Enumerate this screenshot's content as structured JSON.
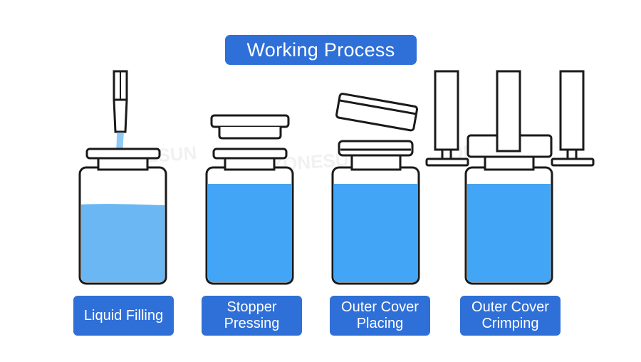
{
  "title": "Working Process",
  "colors": {
    "accent": "#2f6fd8",
    "liquid": "#42a5f5",
    "liquid_light": "#6ab7f3",
    "outline": "#1a1a1a"
  },
  "steps": [
    {
      "lines": [
        "Liquid Filling"
      ]
    },
    {
      "lines": [
        "Stopper",
        "Pressing"
      ]
    },
    {
      "lines": [
        "Outer Cover",
        "Placing"
      ]
    },
    {
      "lines": [
        "Outer Cover",
        "Crimping"
      ]
    }
  ],
  "watermark": "ZONESUN"
}
